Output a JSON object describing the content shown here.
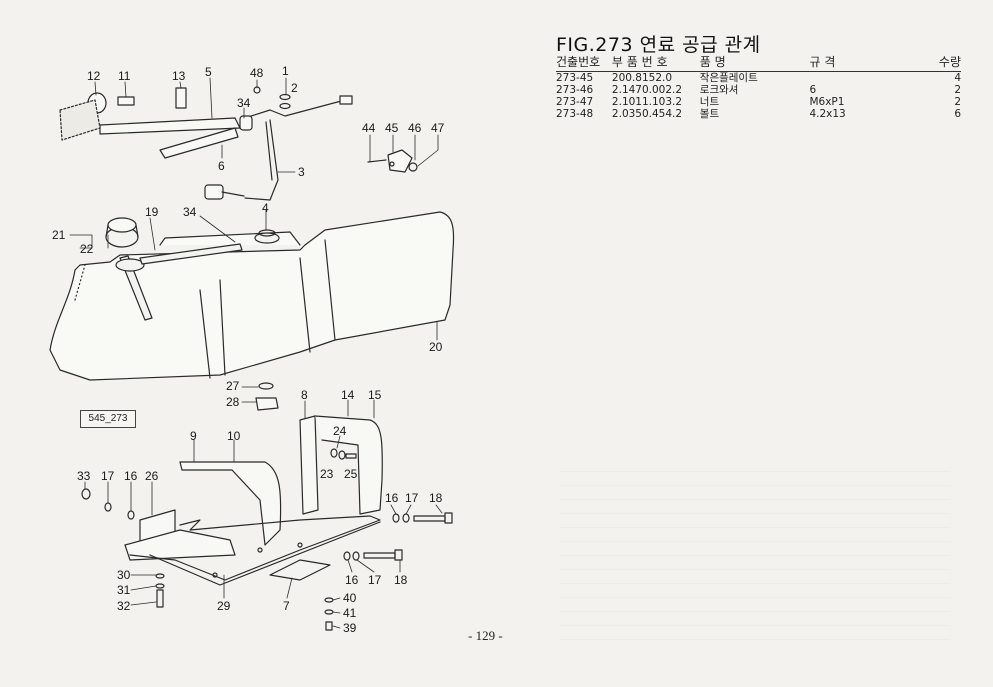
{
  "figure": {
    "title": "FIG.273 연료 공급 관계",
    "ref_code": "545_273",
    "page_number": "- 129 -"
  },
  "table": {
    "headers": [
      "건출번호",
      "부 품 번 호",
      "품 명",
      "규 격",
      "수량"
    ],
    "rows": [
      {
        "no": "273-45",
        "part": "200.8152.0",
        "name": "작은플레이트",
        "spec": "",
        "qty": "4"
      },
      {
        "no": "273-46",
        "part": "2.1470.002.2",
        "name": "로크와셔",
        "spec": "6",
        "qty": "2"
      },
      {
        "no": "273-47",
        "part": "2.1011.103.2",
        "name": "너트",
        "spec": "M6xP1",
        "qty": "2"
      },
      {
        "no": "273-48",
        "part": "2.0350.454.2",
        "name": "볼트",
        "spec": "4.2x13",
        "qty": "6"
      }
    ]
  },
  "callouts": {
    "c12": "12",
    "c11": "11",
    "c13": "13",
    "c5": "5",
    "c48": "48",
    "c1": "1",
    "c2": "2",
    "c34a": "34",
    "c6": "6",
    "c3": "3",
    "c44": "44",
    "c45": "45",
    "c46": "46",
    "c47": "47",
    "c4": "4",
    "c21": "21",
    "c22": "22",
    "c19": "19",
    "c34b": "34",
    "c20": "20",
    "c27": "27",
    "c28": "28",
    "c8": "8",
    "c14": "14",
    "c15": "15",
    "c9": "9",
    "c10": "10",
    "c24": "24",
    "c23": "23",
    "c25": "25",
    "c33": "33",
    "c17a": "17",
    "c16a": "16",
    "c26": "26",
    "c16b": "16",
    "c17b": "17",
    "c18a": "18",
    "c16c": "16",
    "c17c": "17",
    "c18b": "18",
    "c30": "30",
    "c31": "31",
    "c32": "32",
    "c29": "29",
    "c7": "7",
    "c40": "40",
    "c41": "41",
    "c39": "39"
  }
}
